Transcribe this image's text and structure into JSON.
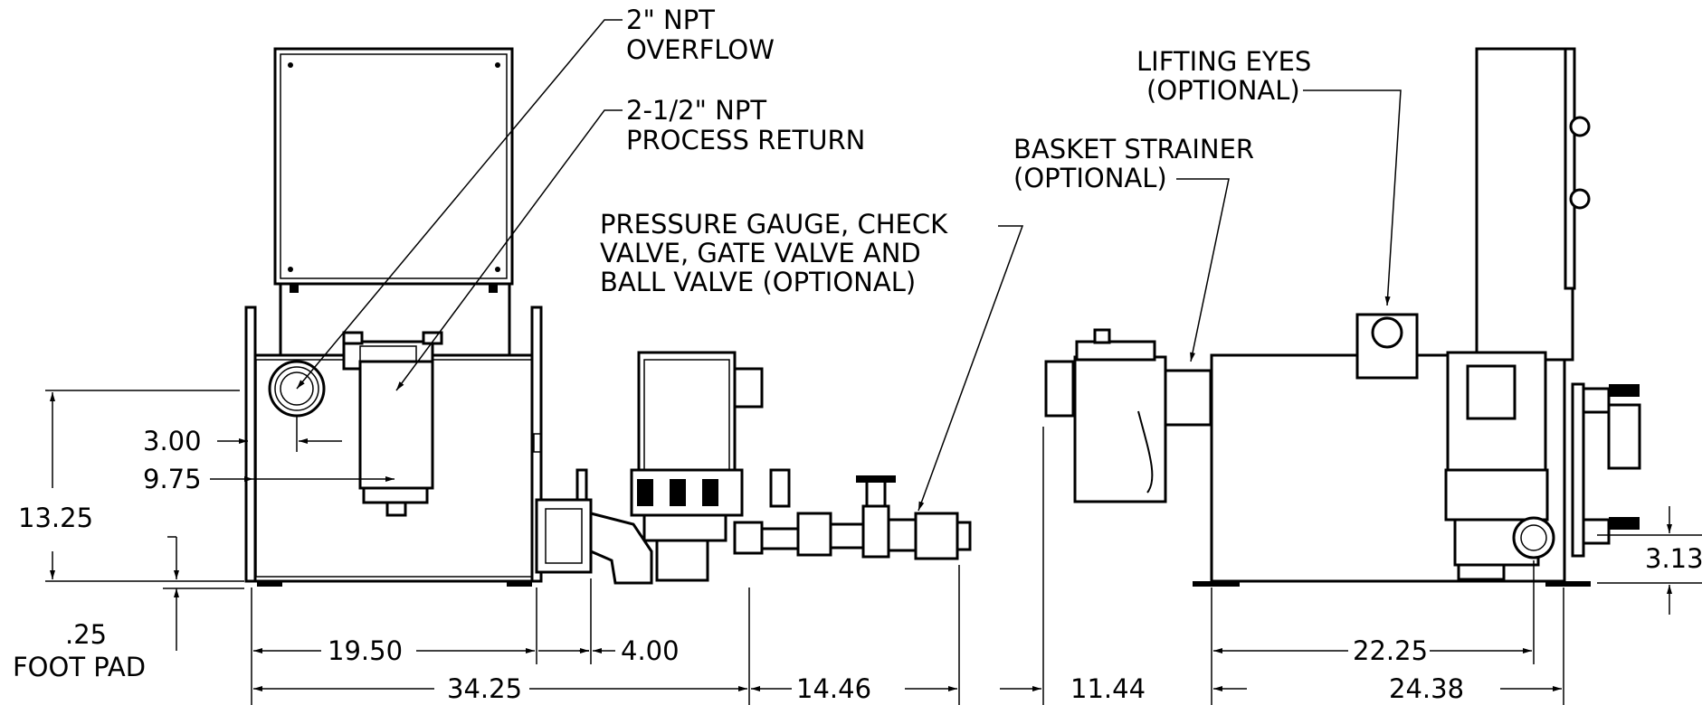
{
  "callouts": {
    "overflow_line1": "2\" NPT",
    "overflow_line2": "OVERFLOW",
    "return_line1": "2-1/2\" NPT",
    "return_line2": "PROCESS RETURN",
    "gauge_line1": "PRESSURE GAUGE, CHECK",
    "gauge_line2": "VALVE, GATE VALVE AND",
    "gauge_line3": "BALL VALVE (OPTIONAL)",
    "lifting_line1": "LIFTING EYES",
    "lifting_line2": "(OPTIONAL)",
    "strainer_line1": "BASKET STRAINER",
    "strainer_line2": "(OPTIONAL)"
  },
  "dimensions": {
    "d_3_00": "3.00",
    "d_9_75": "9.75",
    "d_13_25": "13.25",
    "d_025": ".25",
    "foot_pad": "FOOT PAD",
    "d_19_50": "19.50",
    "d_4_00": "4.00",
    "d_34_25": "34.25",
    "d_14_46": "14.46",
    "d_11_44": "11.44",
    "d_22_25": "22.25",
    "d_24_38": "24.38",
    "d_3_13": "3.13"
  }
}
